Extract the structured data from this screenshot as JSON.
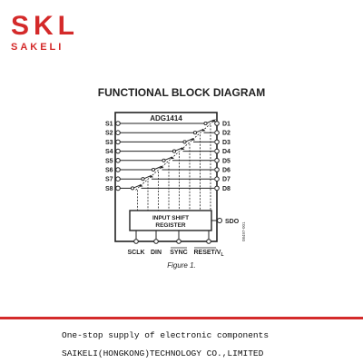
{
  "logo": {
    "main": "SKL",
    "sub": "SAKELI"
  },
  "diagram": {
    "title": "FUNCTIONAL BLOCK DIAGRAM",
    "chip_name": "ADG1414",
    "sources": [
      "S1",
      "S2",
      "S3",
      "S4",
      "S5",
      "S6",
      "S7",
      "S8"
    ],
    "drains": [
      "D1",
      "D2",
      "D3",
      "D4",
      "D5",
      "D6",
      "D7",
      "D8"
    ],
    "register_line1": "INPUT SHIFT",
    "register_line2": "REGISTER",
    "sdo": "SDO",
    "bottom_pins": [
      "SCLK",
      "DIN",
      "SYNC",
      "RESET/V"
    ],
    "bottom_pin_suffix": "L",
    "figure_code": "08497-001",
    "caption": "Figure 1."
  },
  "footer": {
    "line1": "One-stop supply of electronic components",
    "line2": "SAIKELI(HONGKONG)TECHNOLOGY CO.,LIMITED"
  },
  "colors": {
    "brand": "#d42a2a",
    "ink": "#222222"
  }
}
